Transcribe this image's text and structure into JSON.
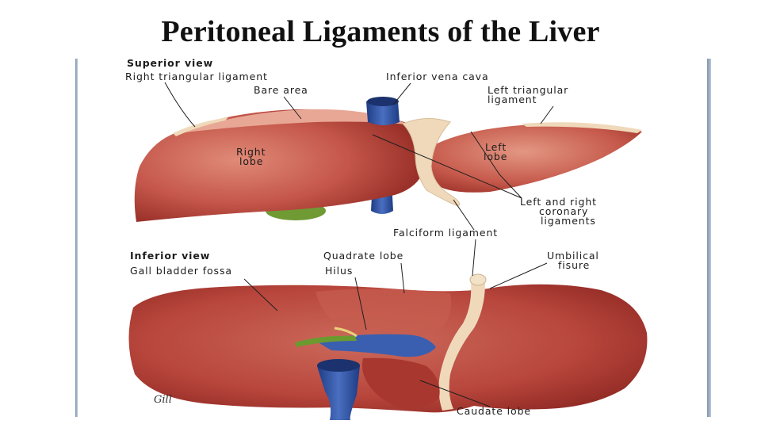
{
  "title": "Peritoneal Ligaments of the Liver",
  "superior": {
    "heading": "Superior view",
    "labels": {
      "right_triangular_ligament": "Right triangular ligament",
      "bare_area": "Bare area",
      "inferior_vena_cava": "Inferior vena cava",
      "left_triangular_ligament_1": "Left triangular",
      "left_triangular_ligament_2": "ligament",
      "right_lobe_1": "Right",
      "right_lobe_2": "lobe",
      "left_lobe_1": "Left",
      "left_lobe_2": "lobe",
      "coronary_1": "Left and right",
      "coronary_2": "coronary",
      "coronary_3": "ligaments",
      "falciform_ligament": "Falciform ligament"
    }
  },
  "inferior": {
    "heading": "Inferior view",
    "labels": {
      "gall_bladder_fossa": "Gall bladder fossa",
      "quadrate_lobe": "Quadrate lobe",
      "hilus": "Hilus",
      "umbilical_fissure_1": "Umbilical",
      "umbilical_fissure_2": "fisure",
      "caudate_lobe": "Caudate lobe"
    }
  },
  "signature": "Gill",
  "colors": {
    "liver_dark": "#9c2c26",
    "liver_mid": "#c4564a",
    "liver_light": "#e69582",
    "ligament": "#efd9ba",
    "vena_cava": "#2c4d9a",
    "gall_bladder": "#5e8f2c",
    "frame": "#8fa3b8"
  }
}
